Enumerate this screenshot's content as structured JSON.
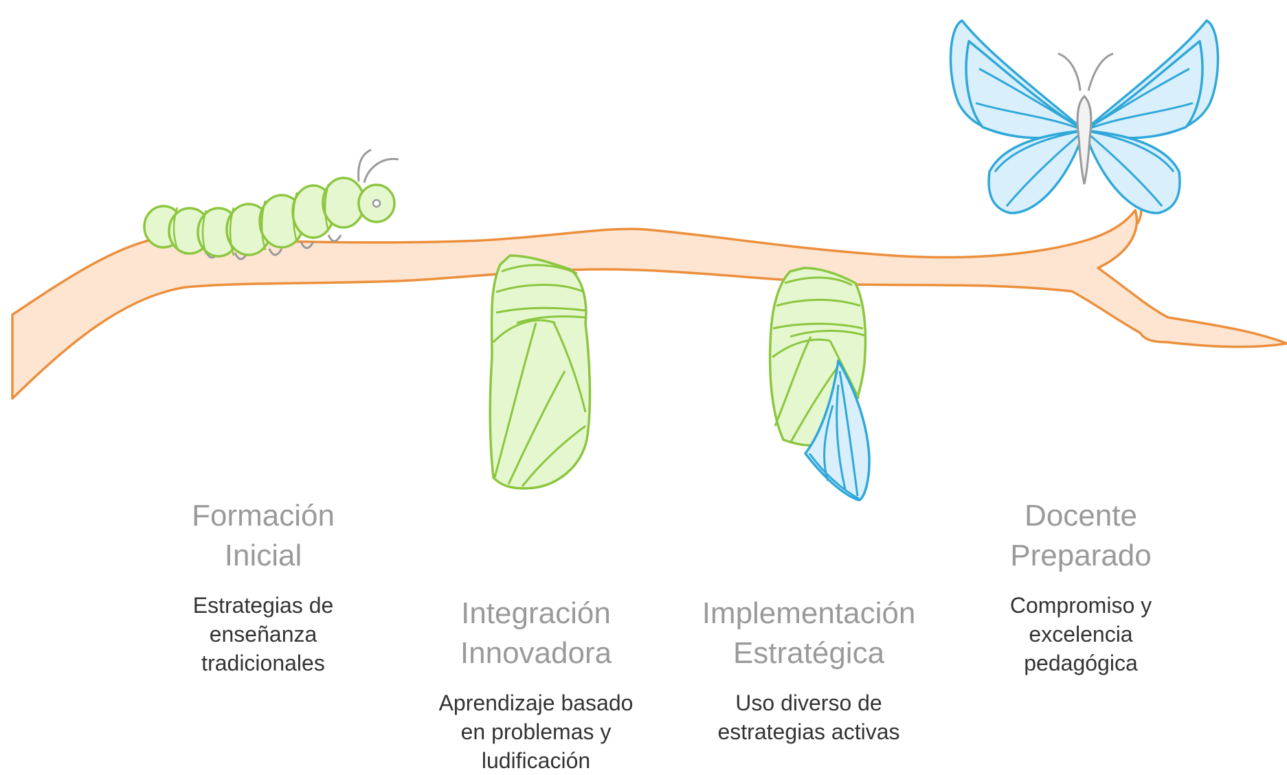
{
  "colors": {
    "branch_stroke": "#ec8f3c",
    "branch_fill": "#fde5d1",
    "green_stroke": "#8cc63f",
    "green_fill": "#e5f7cf",
    "blue_stroke": "#2fa8d8",
    "blue_fill": "#d9effb",
    "grey": "#9a9a9a",
    "title_text": "#9a9a9a",
    "desc_text": "#333333"
  },
  "icons": [
    "caterpillar-icon",
    "chrysalis-icon",
    "emerging-chrysalis-icon",
    "butterfly-icon",
    "branch-illustration"
  ],
  "stages": [
    {
      "title_line1": "Formación",
      "title_line2": "Inicial",
      "desc_line1": "Estrategias de",
      "desc_line2": "enseñanza",
      "desc_line3": "tradicionales"
    },
    {
      "title_line1": "Integración",
      "title_line2": "Innovadora",
      "desc_line1": "Aprendizaje basado",
      "desc_line2": "en problemas y",
      "desc_line3": "ludificación"
    },
    {
      "title_line1": "Implementación",
      "title_line2": "Estratégica",
      "desc_line1": "Uso diverso de",
      "desc_line2": "estrategias activas",
      "desc_line3": ""
    },
    {
      "title_line1": "Docente",
      "title_line2": "Preparado",
      "desc_line1": "Compromiso y",
      "desc_line2": "excelencia",
      "desc_line3": "pedagógica"
    }
  ]
}
